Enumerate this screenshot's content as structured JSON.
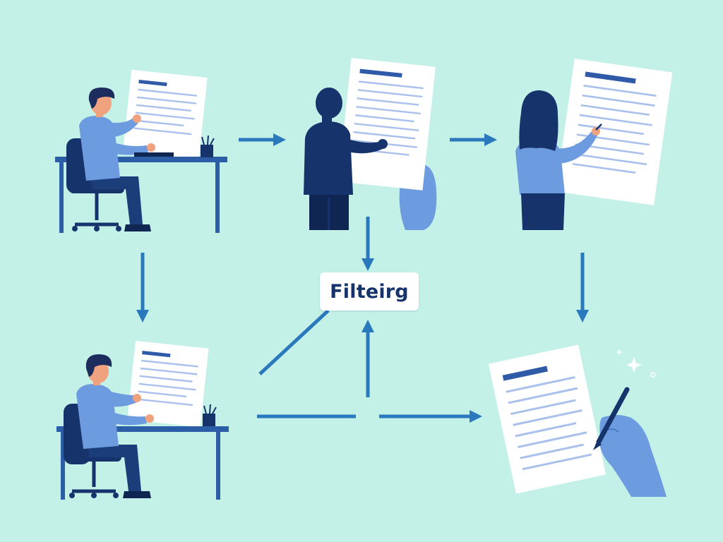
{
  "diagram": {
    "center_label": "Filteirg",
    "nodes": [
      {
        "id": "reviewer-desk-top",
        "kind": "person at desk holding document"
      },
      {
        "id": "reviewer-standing",
        "kind": "person presenting document"
      },
      {
        "id": "reviewer-woman",
        "kind": "person pointing at document"
      },
      {
        "id": "reviewer-desk-bottom",
        "kind": "person at desk holding document"
      },
      {
        "id": "signed-document",
        "kind": "document being signed"
      }
    ],
    "edges": [
      {
        "from": "reviewer-desk-top",
        "to": "reviewer-standing"
      },
      {
        "from": "reviewer-standing",
        "to": "reviewer-woman"
      },
      {
        "from": "reviewer-desk-top",
        "to": "reviewer-desk-bottom"
      },
      {
        "from": "reviewer-standing",
        "to": "filter-box"
      },
      {
        "from": "reviewer-woman",
        "to": "signed-document"
      },
      {
        "from": "reviewer-desk-bottom",
        "to": "filter-box"
      },
      {
        "from": "reviewer-desk-bottom",
        "to": "signed-document"
      }
    ]
  },
  "colors": {
    "background": "#c3f0e7",
    "arrow": "#2a79bd",
    "navy": "#16346b",
    "shirt": "#6c9be0",
    "skin": "#f0a27f",
    "hair": "#1c2c5c",
    "paper": "#ffffff",
    "paper_line": "#a9c0ec",
    "paper_heading": "#2f5aa8"
  },
  "icons": [
    "pen-cup-icon",
    "pen-icon",
    "sparkle-icon"
  ]
}
